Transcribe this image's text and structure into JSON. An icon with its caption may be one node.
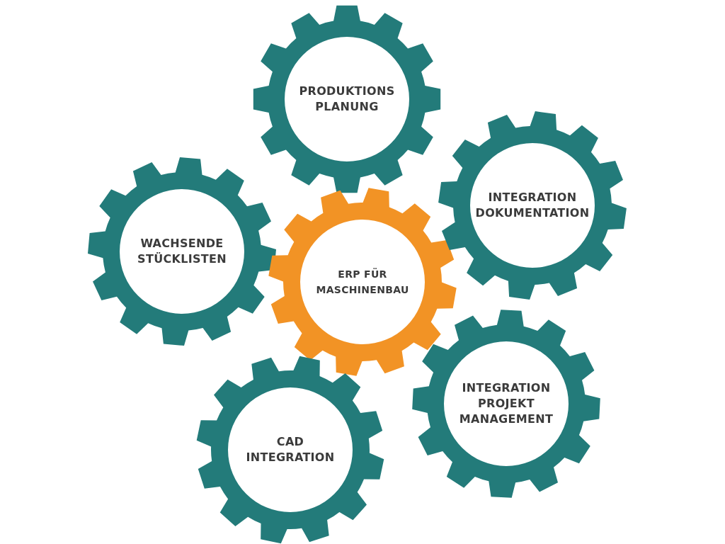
{
  "diagram": {
    "nodes": [
      {
        "text": [
          "PRODUKTIONS PLANUNG"
        ]
      },
      {
        "text": [
          "WACHSENDE STÜCKLISTEN"
        ]
      },
      {
        "text": [
          "ERP FÜR MASCHINENBAU"
        ]
      },
      {
        "text": [
          "INTEGRATION DOKUMENTATION"
        ]
      },
      {
        "text": [
          "INTEGRATION PROJEKT MANAGEMENT"
        ]
      },
      {
        "text": [
          "CAD INTEGRATION"
        ]
      }
    ],
    "edges": []
  }
}
